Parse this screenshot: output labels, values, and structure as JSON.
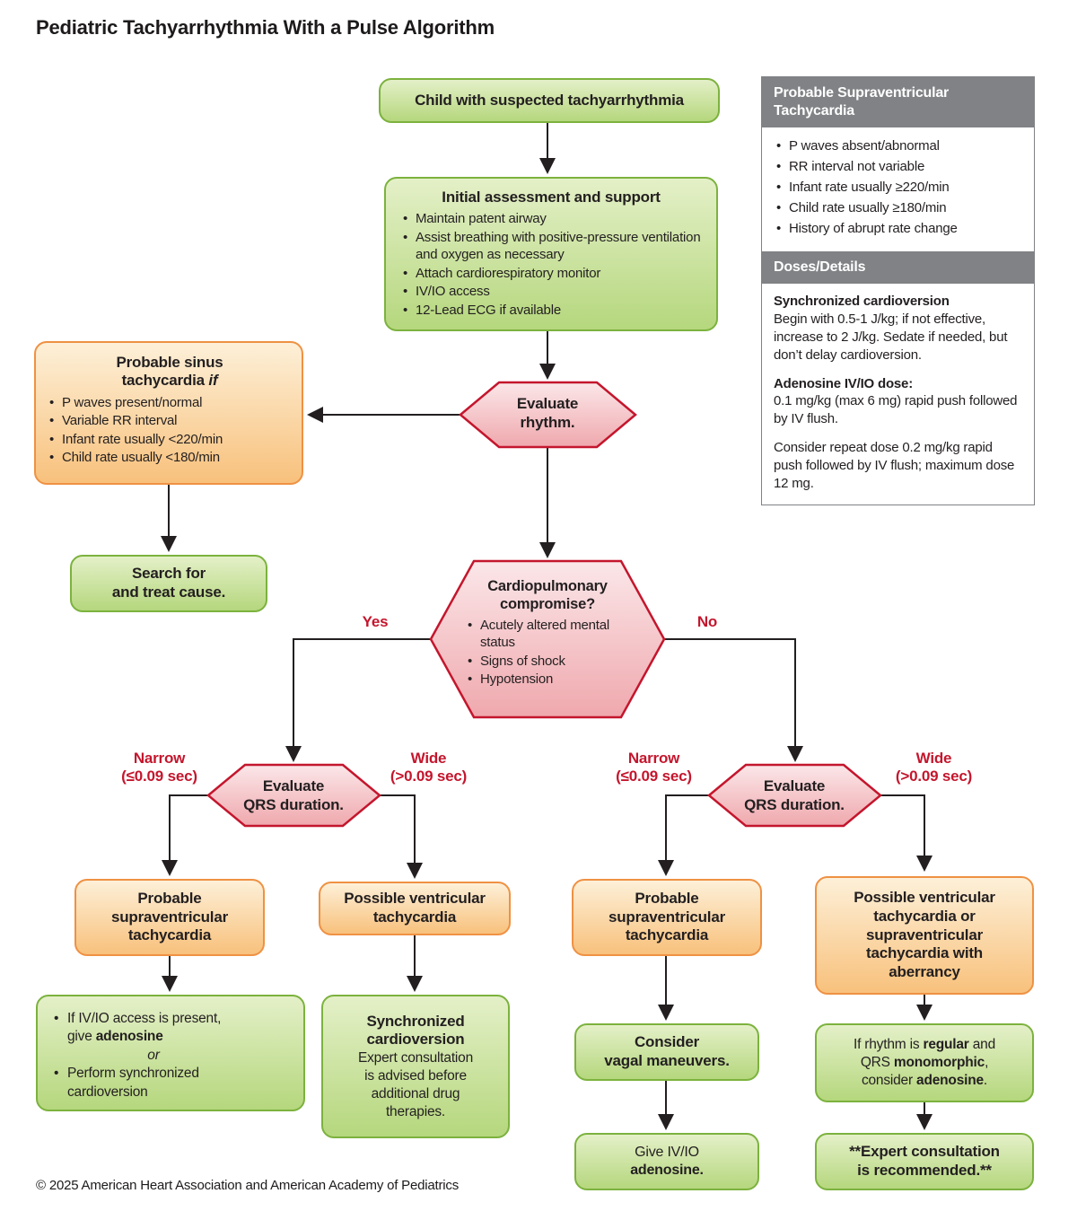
{
  "page": {
    "title": "Pediatric Tachyarrhythmia With a Pulse Algorithm",
    "footer": "© 2025 American Heart Association and American Academy of Pediatrics"
  },
  "colors": {
    "green_border": "#7cb23e",
    "orange_border": "#ef9143",
    "hexagon_border": "#c4162d",
    "red_label": "#c4162d",
    "gray_header": "#808285",
    "connector": "#231f20"
  },
  "flow": {
    "start": {
      "label": "Child with suspected tachyarrhythmia"
    },
    "initial": {
      "title": "Initial assessment and support",
      "bullets": [
        "Maintain patent airway",
        "Assist breathing with positive-pressure ventilation and oxygen as necessary",
        "Attach cardiorespiratory monitor",
        "IV/IO access",
        "12-Lead ECG if available"
      ]
    },
    "sinus": {
      "title": "Probable sinus\ntachycardia __if__",
      "bullets": [
        "P waves present/normal",
        "Variable RR interval",
        "Infant rate usually <220/min",
        "Child rate usually <180/min"
      ]
    },
    "evaluate_rhythm": {
      "label": "Evaluate\nrhythm."
    },
    "search_treat": {
      "label": "Search for\nand treat cause."
    },
    "compromise": {
      "title": "Cardiopulmonary\ncompromise?",
      "bullets": [
        "Acutely altered mental status",
        "Signs of shock",
        "Hypotension"
      ]
    },
    "labels": {
      "yes": "Yes",
      "no": "No",
      "narrow": "Narrow\n(≤0.09 sec)",
      "wide": "Wide\n(>0.09 sec)"
    },
    "evaluate_qrs": {
      "label": "Evaluate\nQRS duration."
    },
    "probable_svt": {
      "label": "Probable\nsupraventricular\ntachycardia"
    },
    "possible_vt": {
      "label": "Possible ventricular\ntachycardia"
    },
    "possible_vt_svt_aberrancy": {
      "label": "Possible ventricular\ntachycardia or\nsupraventricular\ntachycardia with\naberrancy"
    },
    "adenosine_or_cardioversion": {
      "bullet1": "If IV/IO access is present,\ngive **adenosine**",
      "or": "__or__",
      "bullet2": "Perform synchronized\ncardioversion"
    },
    "sync_cardioversion": {
      "title": "Synchronized\ncardioversion",
      "body": "Expert consultation\nis advised before\nadditional drug\ntherapies."
    },
    "vagal": {
      "label": "Consider\nvagal maneuvers."
    },
    "give_adenosine": {
      "label": "Give IV/IO\n**adenosine.**"
    },
    "regular_monomorphic": {
      "label": "If rhythm is **regular** and\nQRS **monomorphic**,\nconsider **adenosine**."
    },
    "expert_consult": {
      "label": "**Expert consultation\nis recommended.**"
    }
  },
  "sidebar": {
    "svt_header": "Probable Supraventricular\nTachycardia",
    "svt_bullets": [
      "P waves absent/abnormal",
      "RR interval not variable",
      "Infant rate usually ≥220/min",
      "Child rate usually ≥180/min",
      "History of abrupt rate change"
    ],
    "doses_header": "Doses/Details",
    "sections": [
      {
        "heading": "Synchronized cardioversion",
        "paragraphs": [
          "Begin with 0.5-1 J/kg; if not effective, increase to 2 J/kg. Sedate if needed, but don’t delay cardioversion."
        ]
      },
      {
        "heading": "Adenosine IV/IO dose:",
        "paragraphs": [
          "0.1 mg/kg (max 6 mg) rapid push followed by IV flush.",
          "Consider repeat dose 0.2 mg/kg rapid push followed by IV flush; maximum dose 12 mg."
        ]
      }
    ]
  }
}
